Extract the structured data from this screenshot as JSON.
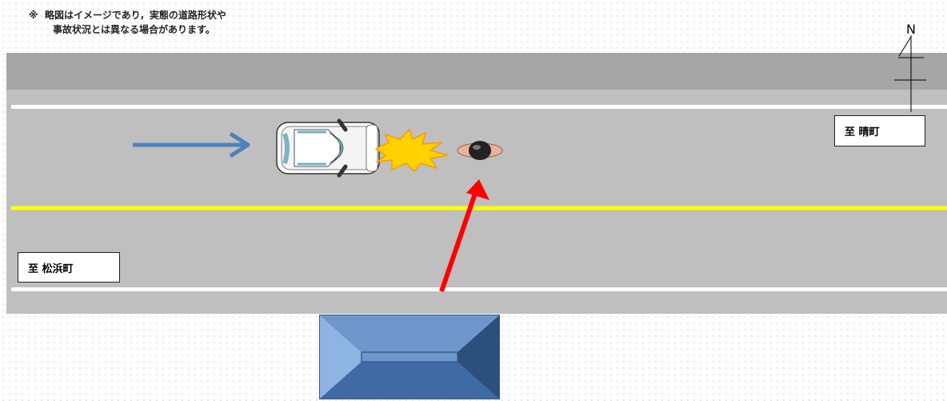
{
  "note": {
    "line1": "※  略図はイメージであり，実態の道路形状や",
    "line2": "事故状況とは異なる場合があります。"
  },
  "destinations": {
    "east": "至  晴町",
    "west": "至  松浜町"
  },
  "compass": {
    "north_letter": "N"
  },
  "colors": {
    "road": "#bfbfbf",
    "road_band": "#a6a6a6",
    "center_line": "#ffff00",
    "vehicle_arrow": "#4f81bd",
    "pedestrian_arrow": "#ff0000",
    "building": "#4f81bd"
  },
  "icons": [
    "car-icon",
    "collision-icon",
    "pedestrian-icon",
    "building-icon",
    "north-arrow-icon"
  ]
}
